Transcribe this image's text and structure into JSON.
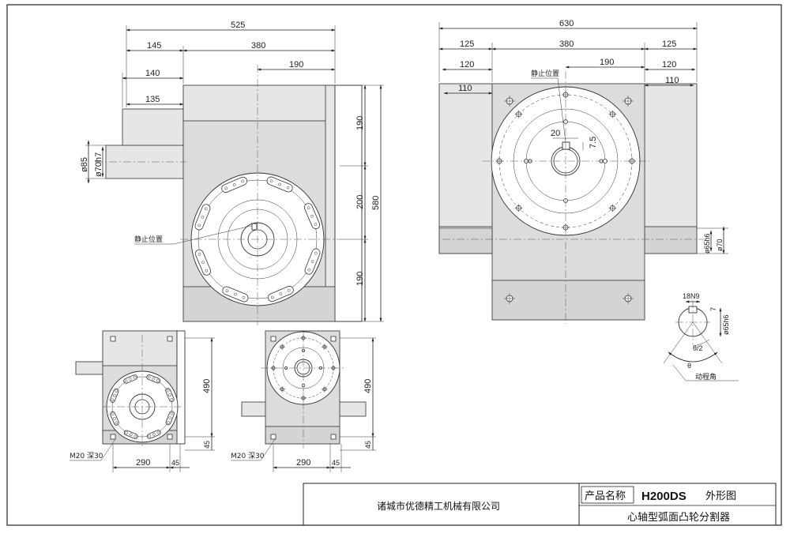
{
  "front_view": {
    "dims": {
      "total_width": "525",
      "shaft_len": "145",
      "body_width": "380",
      "half_width": "190",
      "len140": "140",
      "len135": "135",
      "dia85": "ø85",
      "dia70h7": "ø70h7",
      "top": "190",
      "mid": "200",
      "bot": "190",
      "height": "580"
    },
    "label_stop": "静止位置"
  },
  "side_view": {
    "dims": {
      "total_width": "630",
      "left125": "125",
      "right125": "125",
      "w380": "380",
      "h190": "190",
      "l120": "120",
      "r120": "120",
      "l110": "110",
      "r110": "110",
      "k20": "20",
      "k7_5": "7.5",
      "dia65h6": "ø65h6",
      "dia70": "ø70"
    },
    "label_stop": "静止位置"
  },
  "keyway_detail": {
    "w": "18N9",
    "d": "7",
    "dia": "ø65h6",
    "half_angle": "θ/2",
    "angle": "θ",
    "label": "动程角"
  },
  "small_view_1": {
    "h490": "490",
    "h45": "45",
    "w290": "290",
    "w45": "45",
    "bolt": "M20 深30"
  },
  "small_view_2": {
    "h490": "490",
    "h45": "45",
    "w290": "290",
    "w45": "45",
    "bolt": "M20 深30"
  },
  "title_block": {
    "company": "诸城市优德精工机械有限公司",
    "product_name_label": "产品名称",
    "model": "H200DS",
    "drawing_type": "外形图",
    "description": "心轴型弧面凸轮分割器"
  }
}
